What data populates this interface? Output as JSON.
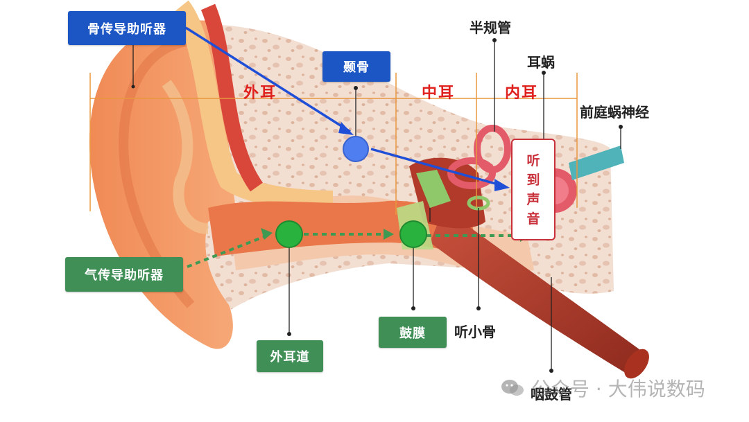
{
  "labels": {
    "bone_conduction": "骨传导助听器",
    "temporal_bone": "颞骨",
    "air_conduction": "气传导助听器",
    "ear_canal": "外耳道",
    "eardrum": "鼓膜",
    "ossicles": "听小骨",
    "semicircular": "半规管",
    "cochlea": "耳蜗",
    "vestibulocochlear": "前庭蜗神经",
    "eustachian": "咽鼓管"
  },
  "sections": {
    "outer": "外耳",
    "middle": "中耳",
    "inner": "内耳"
  },
  "hear_sound": [
    "听",
    "到",
    "声",
    "音"
  ],
  "watermark": {
    "text": "公众号 · 大伟说数码",
    "icon": "wechat-icon"
  },
  "colors": {
    "blue_label": "#1c56c4",
    "green_label": "#3f8f57",
    "section_red": "#e0201c",
    "arrow_blue": "#1f4fd6",
    "arrow_green": "#3e9a52"
  }
}
